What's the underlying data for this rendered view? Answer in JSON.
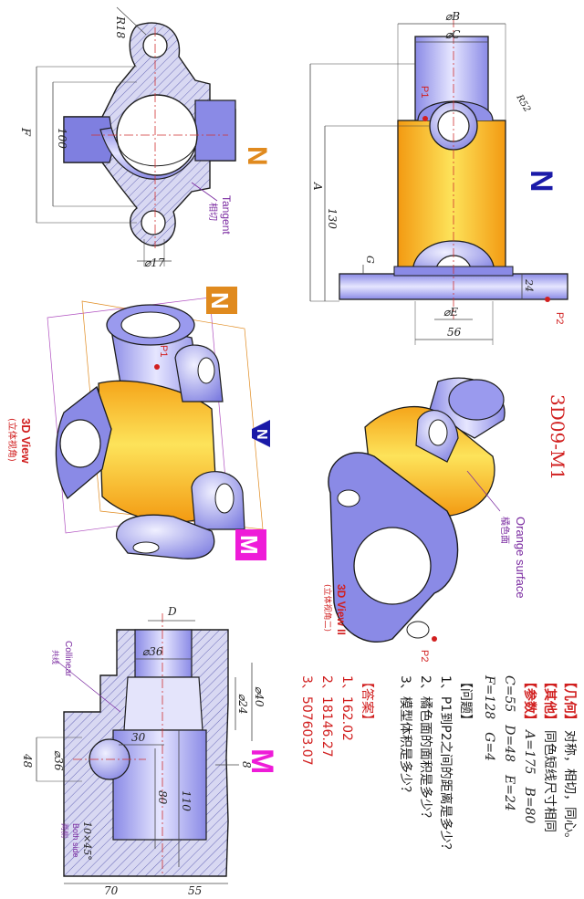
{
  "drawing_id": "3D09-M1",
  "colors": {
    "body": "#8c8ce6",
    "body_light": "#d6d6fa",
    "hatch_bg": "#d8d8f2",
    "orange": "#f3a41c",
    "orange_light": "#fde35a",
    "outline": "#1c1c1c",
    "label_red": "#d11f1f",
    "label_blue": "#1a1aa8",
    "label_purple": "#7a2aa0",
    "N_orange": "#e08a1e",
    "M_magenta": "#ee1bd8"
  },
  "top_view": {
    "dims": {
      "r18": "R18",
      "d100": "100",
      "F": "F",
      "d17": "⌀17"
    },
    "tangent_en": "Tangent",
    "tangent_cn": "相切",
    "section_letter": "N"
  },
  "section_n_view": {
    "dims": {
      "phiB": "⌀B",
      "phiC": "⌀C",
      "phiE": "⌀E",
      "A": "A",
      "d130": "130",
      "G": "G",
      "d24": "24",
      "d56": "56",
      "r52": "R52"
    },
    "p1": "P1",
    "p2": "P2",
    "view_letter": "N"
  },
  "iso_view_1": {
    "title_en": "3D View",
    "title_cn": "(立体视角)",
    "p1": "P1",
    "marker_n": "N",
    "marker_n2": "N",
    "marker_m": "M"
  },
  "iso_view_2": {
    "title_en": "3D View II",
    "title_cn": "(立体视角二)",
    "orange_en": "Orange surface",
    "orange_cn": "橘色面",
    "p2": "P2"
  },
  "section_m_view": {
    "dims": {
      "D": "D",
      "phi36a": "⌀36",
      "phi24": "⌀24",
      "phi40": "⌀40",
      "d30": "30",
      "d8": "8",
      "phi36b": "⌀36",
      "d48": "48",
      "d80": "80",
      "d110": "110",
      "d70": "70",
      "d55": "55",
      "chamfer": "10×45°"
    },
    "collinear_en": "Collinear",
    "collinear_cn": "共线",
    "bothside_en": "Both side",
    "bothside_cn": "两侧",
    "view_letter": "M"
  },
  "info": {
    "geom_head": "【几何】",
    "geom_text": "对称，相切，同心。",
    "other_head": "【其他】",
    "other_text": "同色短线尺寸相同",
    "param_head": "【参数】",
    "param_1": "A=175　B=80",
    "param_2": "C=55　D=48　E=24",
    "param_3": "F=128　G=4",
    "q_head": "【问题】",
    "q1": "1、P1到P2之间的距离是多少？",
    "q2": "2、橘色面的面积是多少？",
    "q3": "3、模型体积是多少？",
    "a_head": "【答案】",
    "a1": "1、162.02",
    "a2": "2、18146.27",
    "a3": "3、507603.07"
  }
}
